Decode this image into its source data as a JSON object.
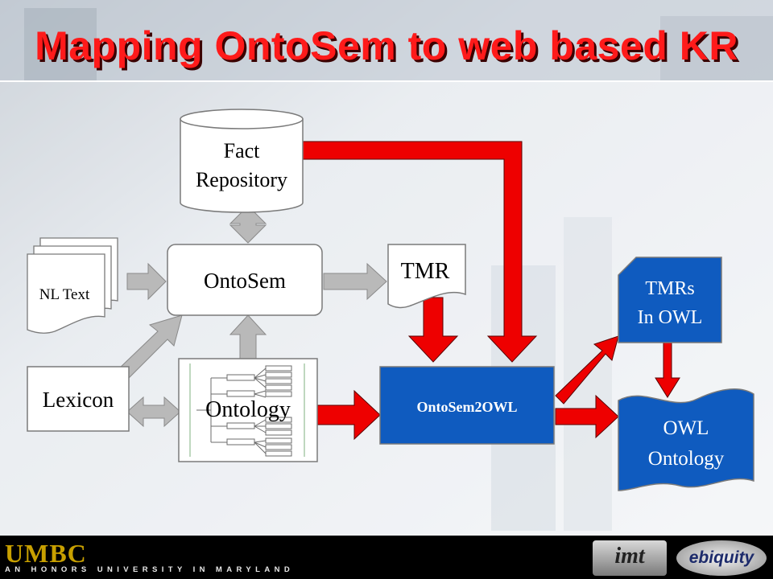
{
  "title": "Mapping OntoSem to web based KR",
  "nodes": {
    "fact_repository": [
      "Fact",
      "Repository"
    ],
    "ontosem": "OntoSem",
    "tmr": "TMR",
    "nl_text": "NL Text",
    "lexicon": "Lexicon",
    "ontology": "Ontology",
    "ontosem2owl": "OntoSem2OWL",
    "tmrs_in_owl": [
      "TMRs",
      "In OWL"
    ],
    "owl_ontology": [
      "OWL",
      "Ontology"
    ]
  },
  "footer": {
    "logo_text": "UMBC",
    "tagline": "AN HONORS UNIVERSITY IN MARYLAND",
    "logo_mark_1": "imt",
    "logo_mark_2": "ebiquity"
  },
  "colors": {
    "title": "#ff1a1a",
    "red_arrow": "#ee0000",
    "gray_arrow": "#b9b9b9",
    "blue_box": "#0f5bbf"
  }
}
